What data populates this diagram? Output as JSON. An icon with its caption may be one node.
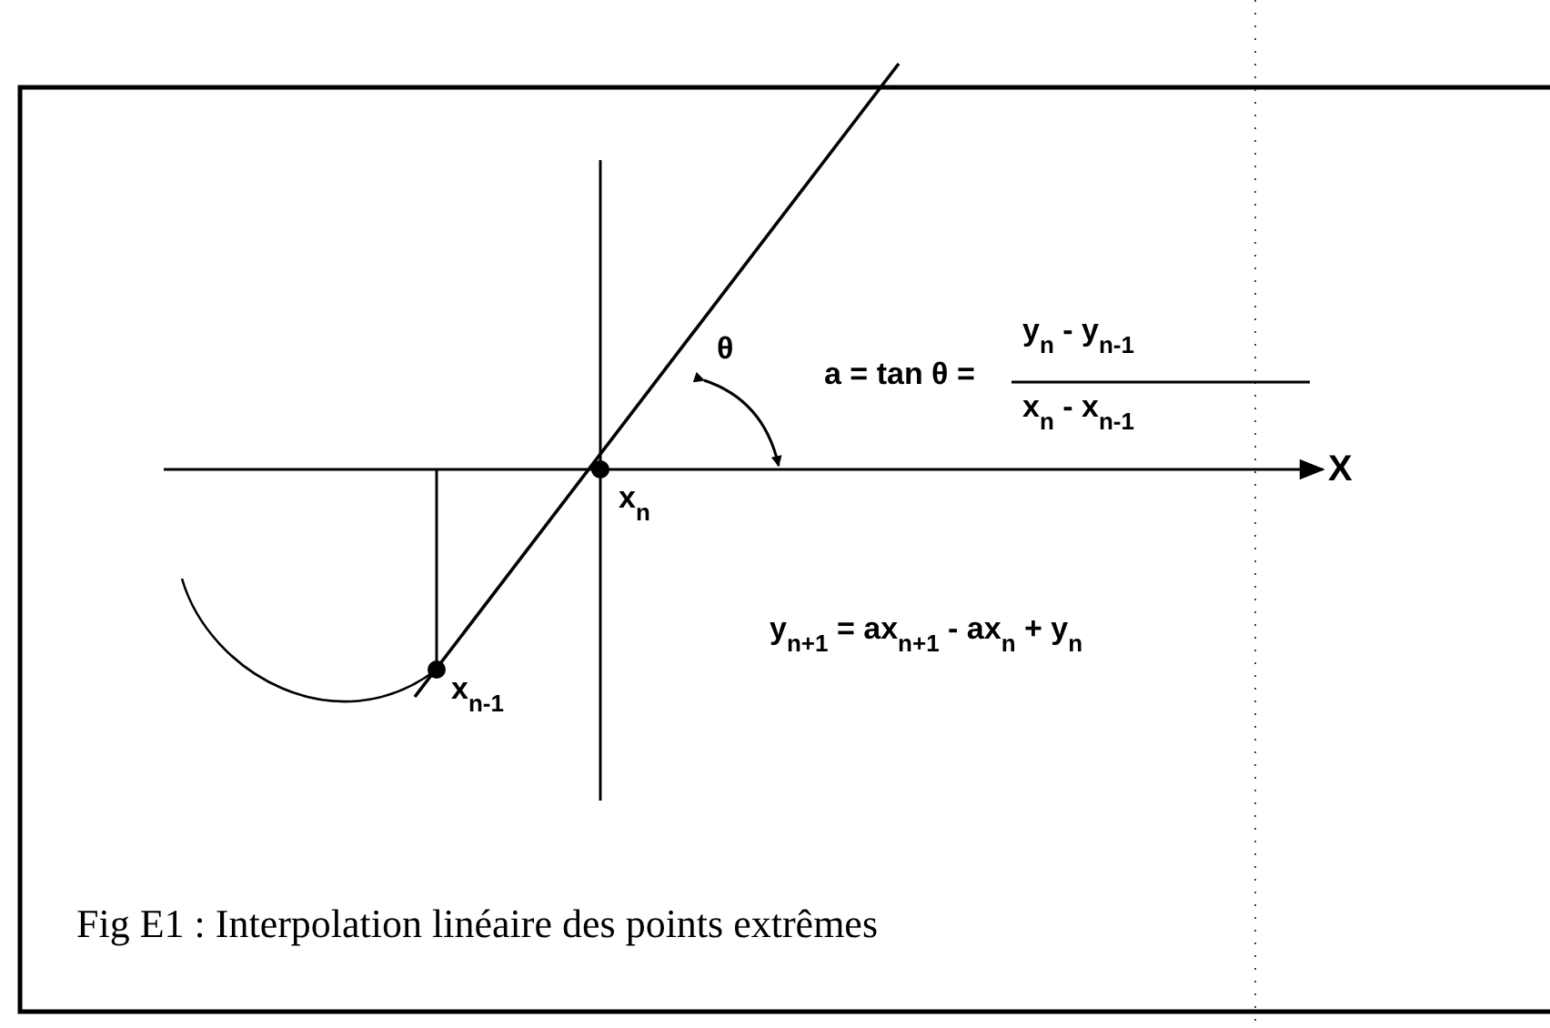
{
  "diagram": {
    "caption": "Fig E1 : Interpolation linéaire des points extrêmes",
    "labels": [
      "a = tan θ =",
      "y$_{n}$ - y$_{n-1}$",
      "x$_{n}$ - x$_{n-1}$",
      "θ",
      "X",
      "x$_{n}$",
      "x$_{n-1}$",
      "y$_{n+1}$ = ax$_{n+1}$ - ax$_{n}$ + y$_{n}$"
    ]
  }
}
